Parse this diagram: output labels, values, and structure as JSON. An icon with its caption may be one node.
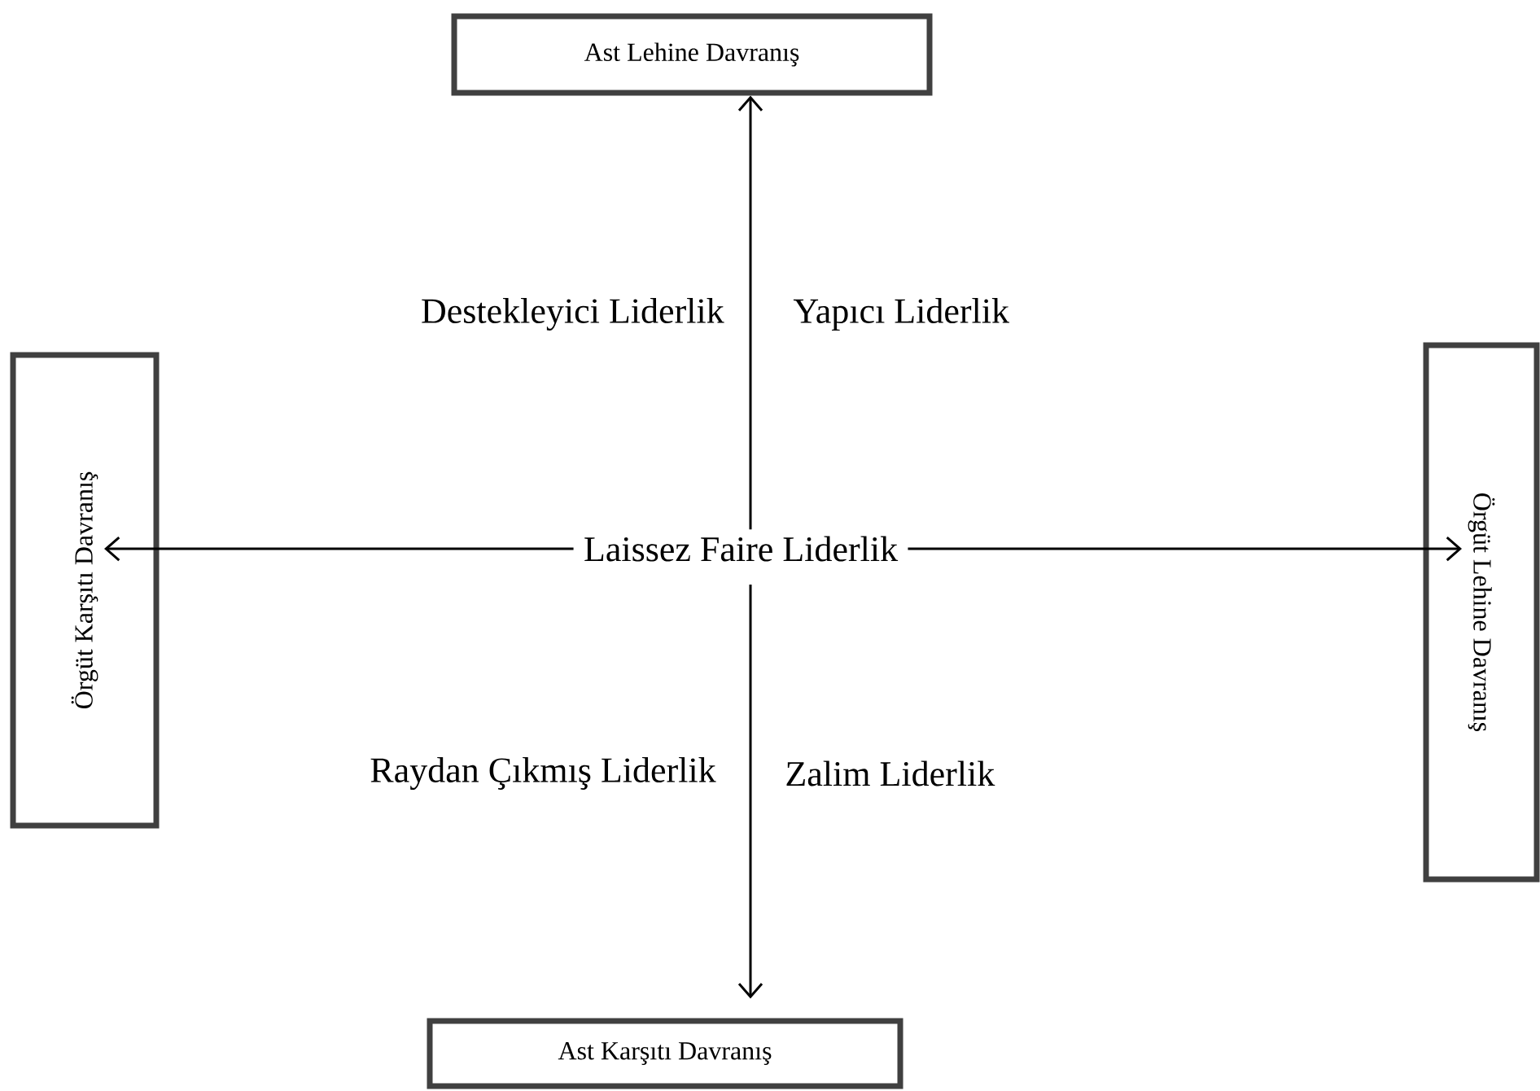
{
  "diagram": {
    "nodes": [
      {
        "text": [
          "Ast Lehine Davranış"
        ]
      },
      {
        "text": [
          "Örgüt Karşıtı Davranış"
        ]
      },
      {
        "text": [
          "Laissez Faire Liderlik"
        ]
      },
      {
        "text": [
          "Örgüt Lehine Davranış"
        ]
      },
      {
        "text": [
          "Ast Karşıtı Davranış"
        ]
      }
    ],
    "edges": [
      {
        "from": 2,
        "to": 0,
        "arrow": "to"
      },
      {
        "from": 2,
        "to": 1,
        "arrow": "to"
      },
      {
        "from": 2,
        "to": 3,
        "arrow": "to"
      },
      {
        "from": 2,
        "to": 4,
        "arrow": "to"
      }
    ],
    "labels": [
      "Destekleyici Liderlik",
      "Yapıcı Liderlik",
      "Raydan Çıkmış Liderlik",
      "Zalim Liderlik"
    ]
  }
}
